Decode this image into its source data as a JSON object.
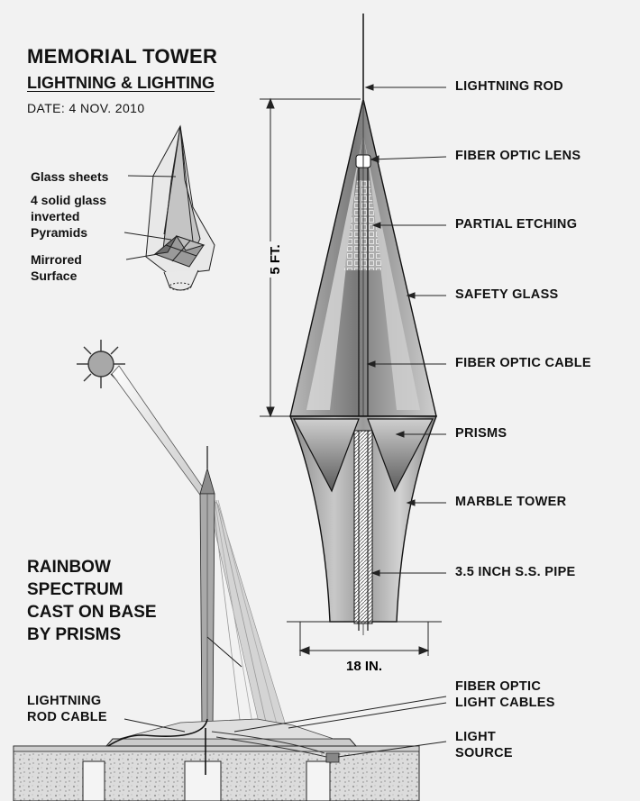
{
  "title": "MEMORIAL TOWER",
  "subtitle": "LIGHTNING & LIGHTING",
  "date": "DATE: 4 NOV. 2010",
  "inset_labels": {
    "glass_sheets": "Glass sheets",
    "pyramids_1": "4 solid glass",
    "pyramids_2": "inverted",
    "pyramids_3": "Pyramids",
    "mirrored_1": "Mirrored",
    "mirrored_2": "Surface"
  },
  "dimensions": {
    "height": "5 FT.",
    "width": "18 IN."
  },
  "callouts": {
    "lightning_rod": "LIGHTNING ROD",
    "fiber_optic_lens": "FIBER OPTIC LENS",
    "partial_etching": "PARTIAL ETCHING",
    "safety_glass": "SAFETY GLASS",
    "fiber_optic_cable": "FIBER OPTIC CABLE",
    "prisms": "PRISMS",
    "marble_tower": "MARBLE TOWER",
    "pipe": "3.5 INCH S.S. PIPE"
  },
  "base_labels": {
    "rainbow_1": "RAINBOW",
    "rainbow_2": "SPECTRUM",
    "rainbow_3": "CAST ON BASE",
    "rainbow_4": "BY PRISMS",
    "rod_cable_1": "LIGHTNING",
    "rod_cable_2": "ROD CABLE",
    "light_cables_1": "FIBER OPTIC",
    "light_cables_2": "LIGHT CABLES",
    "light_source_1": "LIGHT",
    "light_source_2": "SOURCE"
  }
}
